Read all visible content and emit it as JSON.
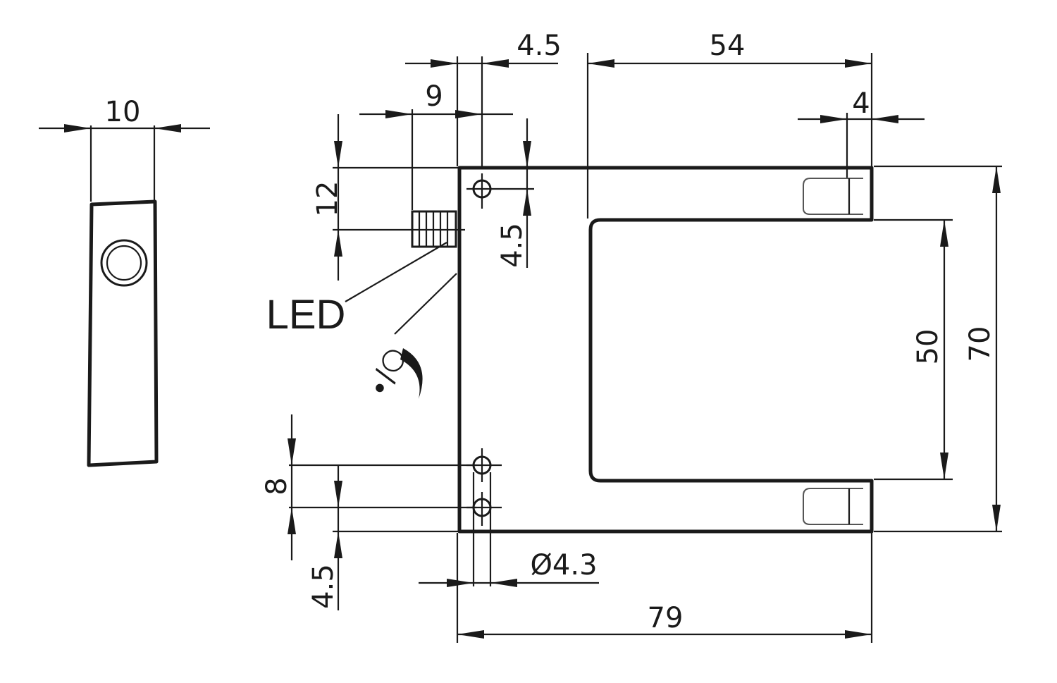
{
  "dimensions": {
    "side_width": "10",
    "hole_spacing_x": "4.5",
    "connector_offset": "9",
    "top_height": "12",
    "hole_offset_top": "4.5",
    "slot_depth": "54",
    "arm_thickness": "4",
    "slot_width": "50",
    "overall_height": "70",
    "hole_spacing_bottom": "8",
    "hole_offset_bottom": "4.5",
    "hole_diameter": "Ø4.3",
    "overall_length": "79"
  },
  "labels": {
    "led": "LED",
    "switch_symbol": "•/○"
  }
}
